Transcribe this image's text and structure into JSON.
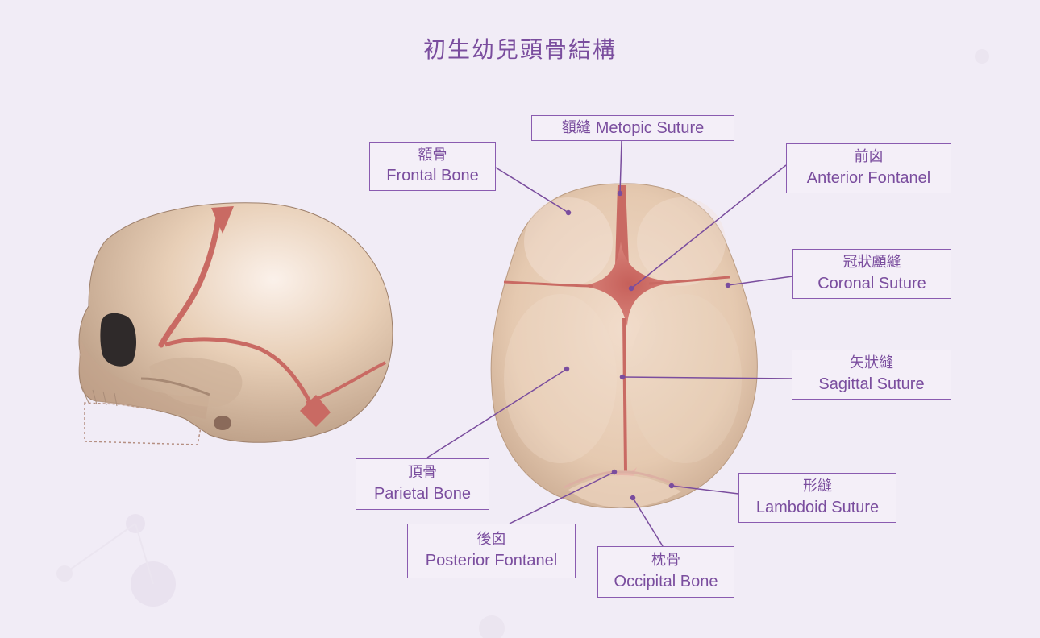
{
  "title": "初生幼兒頭骨結構",
  "labels": {
    "metopic": {
      "zh": "額縫",
      "en": "Metopic Suture"
    },
    "frontal": {
      "zh": "額骨",
      "en": "Frontal Bone"
    },
    "anterior": {
      "zh": "前囟",
      "en": "Anterior Fontanel"
    },
    "coronal": {
      "zh": "冠狀顱縫",
      "en": "Coronal Suture"
    },
    "sagittal": {
      "zh": "矢狀縫",
      "en": "Sagittal Suture"
    },
    "parietal": {
      "zh": "頂骨",
      "en": "Parietal Bone"
    },
    "lambdoid": {
      "zh": "形縫",
      "en": "Lambdoid Suture"
    },
    "posterior": {
      "zh": "後囟",
      "en": "Posterior Fontanel"
    },
    "occipital": {
      "zh": "枕骨",
      "en": "Occipital Bone"
    }
  },
  "colors": {
    "accent": "#7a4d9e",
    "bone": "#e6cdb4",
    "suture": "#c96a63",
    "background": "#f1ecf6"
  }
}
